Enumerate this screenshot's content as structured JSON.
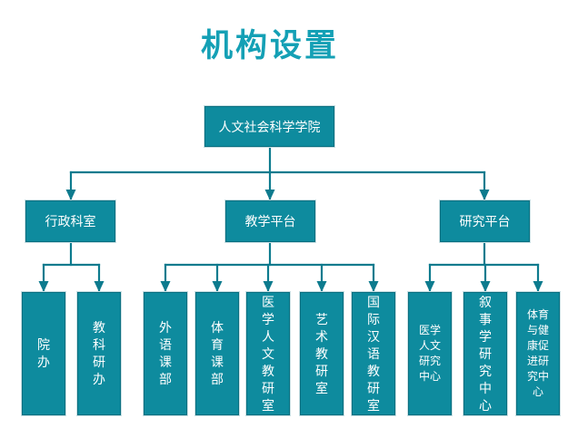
{
  "title": "机构设置",
  "colors": {
    "node_fill": "#0E8B9E",
    "node_border_dark": "#0A6F80",
    "node_border_light": "#C9E0E4",
    "node_text": "#FFFFFF",
    "connector": "#0D7B8E",
    "title_text": "#14A0B5",
    "background": "#FFFFFF"
  },
  "org_chart": {
    "root": {
      "label": "人文社会科学学院"
    },
    "branches": [
      {
        "label": "行政科室",
        "children": [
          {
            "label": "院办"
          },
          {
            "label": "教科研办"
          }
        ]
      },
      {
        "label": "教学平台",
        "children": [
          {
            "label": "外语课部"
          },
          {
            "label": "体育课部"
          },
          {
            "label": "医学人文教研室"
          },
          {
            "label": "艺术教研室"
          },
          {
            "label": "国际汉语教研室"
          }
        ]
      },
      {
        "label": "研究平台",
        "children": [
          {
            "label": "医学人文研究中心"
          },
          {
            "label": "叙事学研究中心"
          },
          {
            "label": "体育与健康促进研究中心"
          }
        ]
      }
    ]
  }
}
